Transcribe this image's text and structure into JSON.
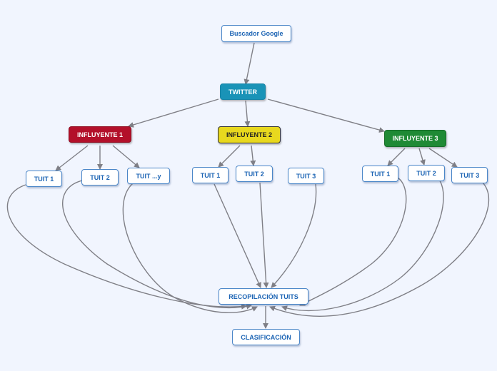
{
  "nodes": {
    "buscador": {
      "label": "Buscador Google"
    },
    "twitter": {
      "label": "TWITTER",
      "fill": "#1a93b7",
      "text_color": "#ffffff",
      "border": "#1784a6"
    },
    "inf1": {
      "label": "INFLUYENTE 1",
      "fill": "#b3102a",
      "text_color": "#ffffff",
      "border": "#8f0c21"
    },
    "inf2": {
      "label": "INFLUYENTE 2",
      "fill": "#e8d81e",
      "text_color": "#222222",
      "border": "#333333"
    },
    "inf3": {
      "label": "INFLUYENTE 3",
      "fill": "#1f8a35",
      "text_color": "#ffffff",
      "border": "#186d2a"
    },
    "t1_1": {
      "label": "TUIT 1"
    },
    "t1_2": {
      "label": "TUIT 2"
    },
    "t1_3": {
      "label": "TUIT ...y"
    },
    "t2_1": {
      "label": "TUIT 1"
    },
    "t2_2": {
      "label": "TUIT 2"
    },
    "t2_3": {
      "label": "TUIT 3"
    },
    "t3_1": {
      "label": "TUIT 1"
    },
    "t3_2": {
      "label": "TUIT 2"
    },
    "t3_3": {
      "label": "TUIT 3"
    },
    "recop": {
      "label": "RECOPILACIÓN  TUITS"
    },
    "clasif": {
      "label": "CLASIFICACIÓN"
    }
  },
  "colors": {
    "edge": "#7f7f86",
    "background": "#f1f5fe"
  }
}
